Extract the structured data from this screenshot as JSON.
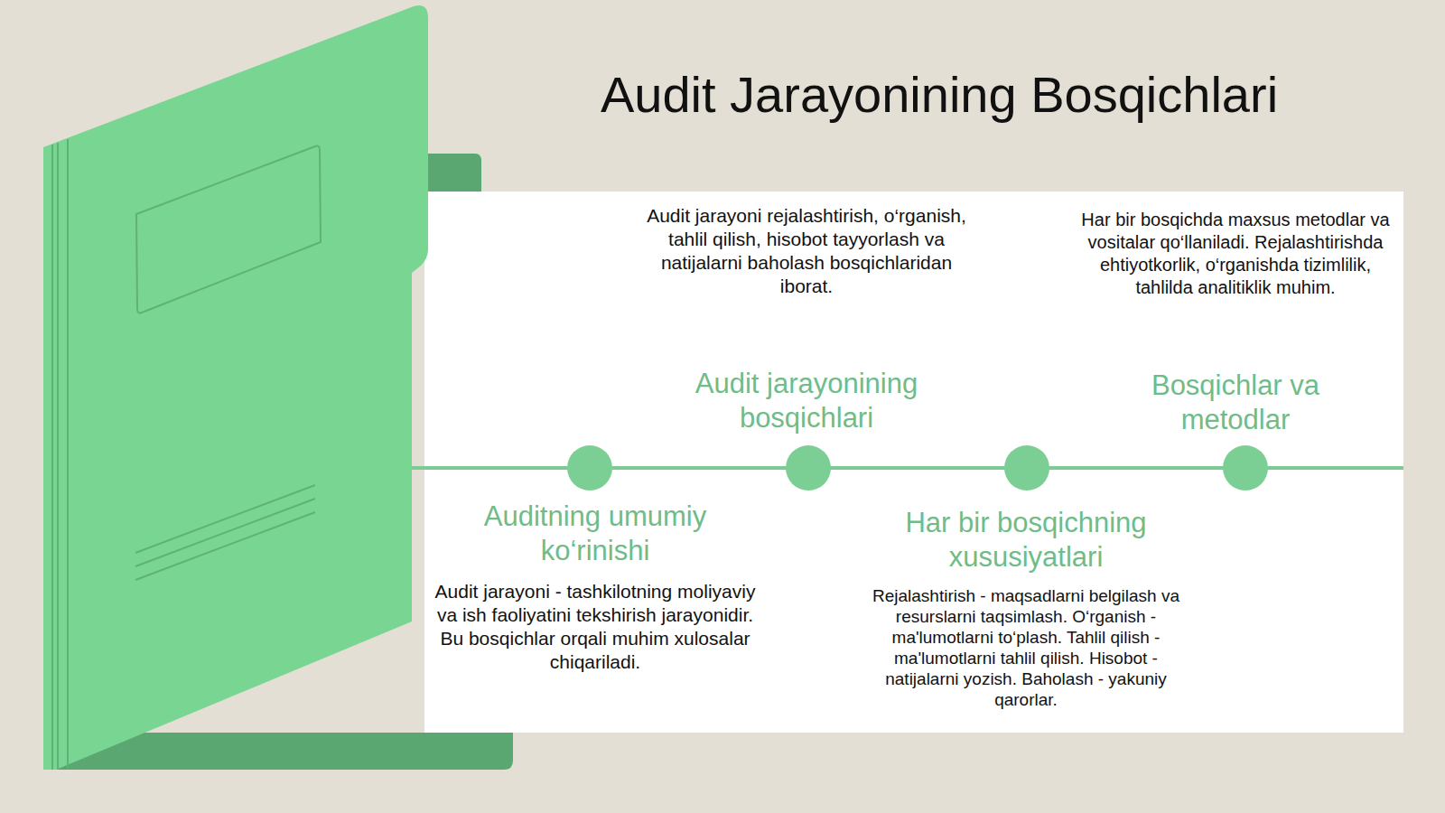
{
  "diagram": {
    "title": "Audit Jarayonining Bosqichlari",
    "nodes": [
      {
        "text": [
          "Auditning umumiy ko‘rinishi",
          "Audit jarayoni - tashkilotning moliyaviy va ish faoliyatini tekshirish jarayonidir. Bu bosqichlar orqali muhim xulosalar chiqariladi."
        ]
      },
      {
        "text": [
          "Audit jarayonining bosqichlari",
          "Audit jarayoni rejalashtirish, o‘rganish, tahlil qilish, hisobot tayyorlash va natijalarni baholash bosqichlaridan iborat."
        ]
      },
      {
        "text": [
          "Har bir bosqichning xususiyatlari",
          "Rejalashtirish - maqsadlarni belgilash va resurslarni taqsimlash. O‘rganish - ma'lumotlarni to‘plash. Tahlil qilish - ma'lumotlarni tahlil qilish. Hisobot - natijalarni yozish. Baholash - yakuniy qarorlar."
        ]
      },
      {
        "text": [
          "Bosqichlar va metodlar",
          "Har bir bosqichda maxsus metodlar va vositalar qo‘llaniladi. Rejalashtirishda ehtiyotkorlik, o‘rganishda tizimlilik, tahlilda analitiklik muhim."
        ]
      }
    ]
  }
}
